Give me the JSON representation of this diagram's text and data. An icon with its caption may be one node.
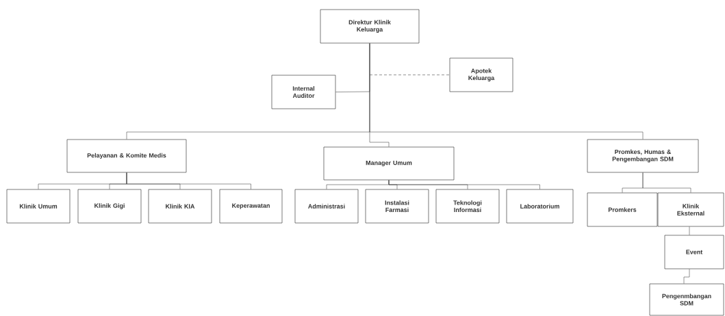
{
  "diagram": {
    "nodes": [
      {
        "text": [
          "Direktur Klinik Keluarga"
        ]
      },
      {
        "text": [
          "Internal Auditor"
        ]
      },
      {
        "text": [
          "Apotek Keluarga"
        ]
      },
      {
        "text": [
          "Pelayanan & Komite Medis"
        ]
      },
      {
        "text": [
          "Manager Umum"
        ]
      },
      {
        "text": [
          "Promkes, Humas & Pengembangan SDM"
        ]
      },
      {
        "text": [
          "Klinik Umum"
        ]
      },
      {
        "text": [
          "Klinik Gigi"
        ]
      },
      {
        "text": [
          "Klinik KIA"
        ]
      },
      {
        "text": [
          "Keperawatan"
        ]
      },
      {
        "text": [
          "Administrasi"
        ]
      },
      {
        "text": [
          "Instalasi Farmasi"
        ]
      },
      {
        "text": [
          "Teknologi Informasi"
        ]
      },
      {
        "text": [
          "Laboratorium"
        ]
      },
      {
        "text": [
          "Promkers"
        ]
      },
      {
        "text": [
          "Klinik Eksternal"
        ]
      },
      {
        "text": [
          "Event"
        ]
      },
      {
        "text": [
          "Pengenmbangan SDM"
        ]
      }
    ],
    "edges": [
      {
        "from": 0,
        "to": 1,
        "arrow": "none"
      },
      {
        "from": 0,
        "to": 2,
        "arrow": "none",
        "style": "dashed"
      },
      {
        "from": 0,
        "to": 3,
        "arrow": "none"
      },
      {
        "from": 0,
        "to": 4,
        "arrow": "none"
      },
      {
        "from": 0,
        "to": 5,
        "arrow": "none"
      },
      {
        "from": 3,
        "to": 6,
        "arrow": "none"
      },
      {
        "from": 3,
        "to": 7,
        "arrow": "none"
      },
      {
        "from": 3,
        "to": 8,
        "arrow": "none"
      },
      {
        "from": 3,
        "to": 9,
        "arrow": "none"
      },
      {
        "from": 4,
        "to": 10,
        "arrow": "none"
      },
      {
        "from": 4,
        "to": 11,
        "arrow": "none"
      },
      {
        "from": 4,
        "to": 12,
        "arrow": "none"
      },
      {
        "from": 4,
        "to": 13,
        "arrow": "none"
      },
      {
        "from": 5,
        "to": 14,
        "arrow": "none"
      },
      {
        "from": 5,
        "to": 15,
        "arrow": "none"
      },
      {
        "from": 15,
        "to": 16,
        "arrow": "none"
      },
      {
        "from": 16,
        "to": 17,
        "arrow": "none"
      }
    ]
  }
}
